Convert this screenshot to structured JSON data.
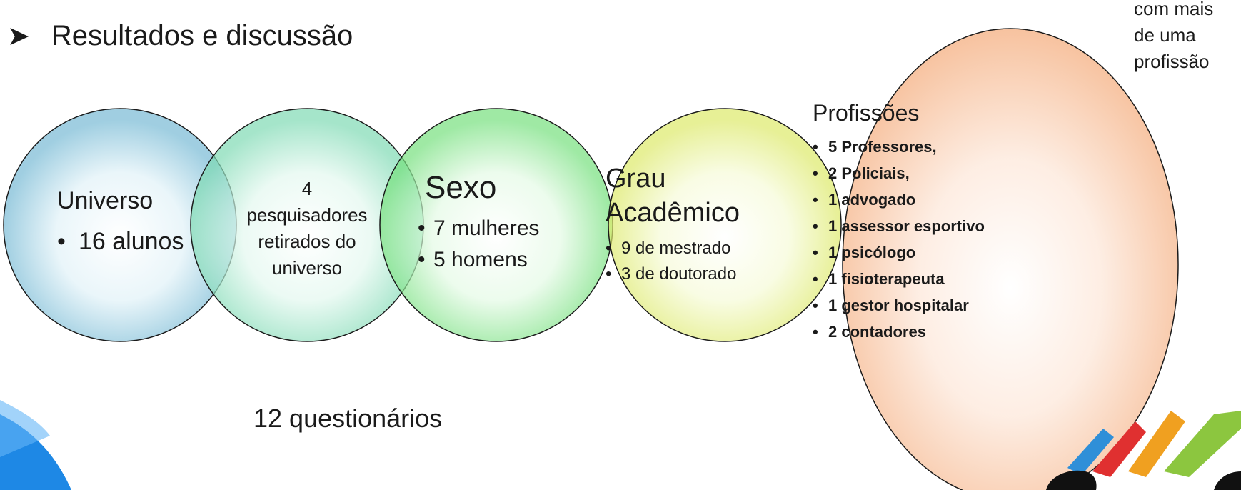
{
  "header": {
    "title": "Resultados e discussão",
    "bullet_icon": "arrow-bullet-icon"
  },
  "note": [
    "com mais",
    "de uma",
    "profissão"
  ],
  "circles": {
    "universo": {
      "title": "Universo",
      "items": [
        "16 alunos"
      ],
      "color": "#9fd0e2"
    },
    "pesquisadores": {
      "text_lines": [
        "4",
        "pesquisadores",
        "retirados do",
        "universo"
      ],
      "color": "#8fe0c0"
    },
    "sexo": {
      "title": "Sexo",
      "items": [
        "7 mulheres",
        "5 homens"
      ],
      "color": "#88e890"
    },
    "grau": {
      "title_lines": [
        "Grau",
        "Acadêmico"
      ],
      "items": [
        "9 de mestrado",
        "3 de doutorado"
      ],
      "color": "#e4f07a"
    },
    "profissoes": {
      "title": "Profissões",
      "items": [
        "5 Professores,",
        "2 Policiais,",
        "1 advogado",
        "1 assessor esportivo",
        " 1 psicólogo",
        " 1 fisioterapeuta",
        "1 gestor hospitalar",
        "2 contadores"
      ],
      "color": "#f8c39a"
    }
  },
  "footer": {
    "text": "12 questionários"
  },
  "decor": {
    "logo_colors": [
      "#2f8fd8",
      "#e03030",
      "#f0a020",
      "#8cc63f"
    ],
    "corner_color": "#1e88e5"
  }
}
